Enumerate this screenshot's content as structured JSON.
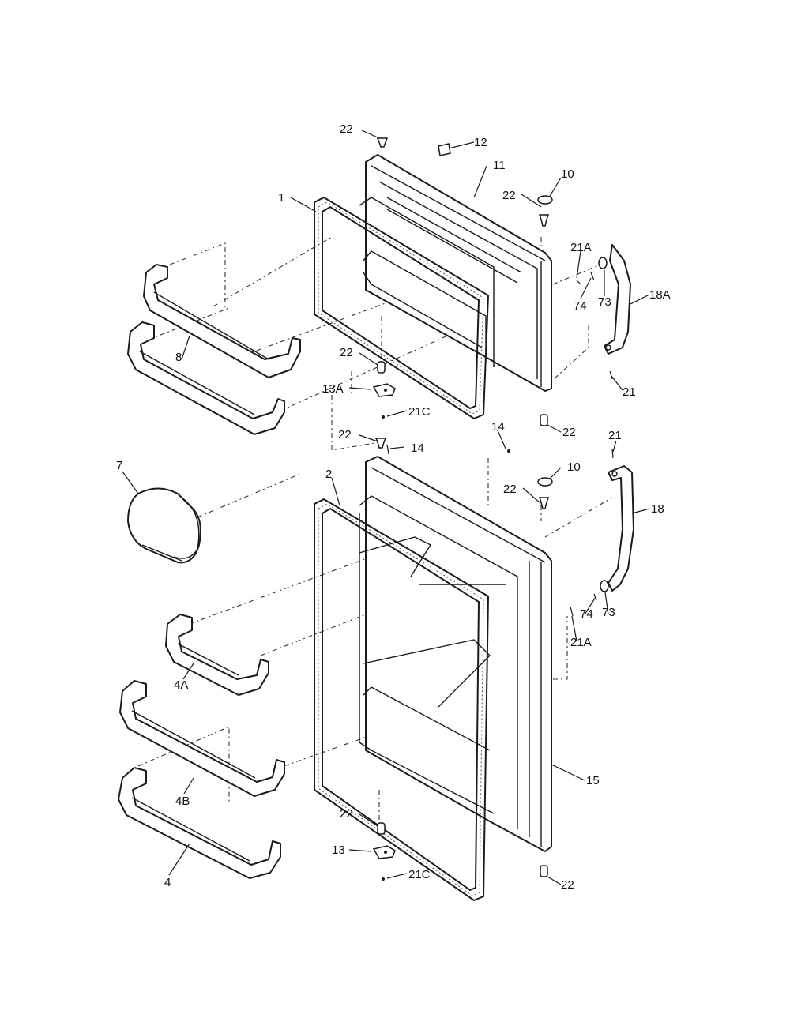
{
  "callouts": {
    "c1": "1",
    "c2": "2",
    "c4": "4",
    "c4a": "4A",
    "c4b": "4B",
    "c7": "7",
    "c8": "8",
    "c10a": "10",
    "c10b": "10",
    "c11": "11",
    "c12": "12",
    "c13": "13",
    "c13a": "13A",
    "c14a": "14",
    "c14b": "14",
    "c15": "15",
    "c18": "18",
    "c18a": "18A",
    "c21a": "21",
    "c21b": "21",
    "c21A1": "21A",
    "c21A2": "21A",
    "c21C1": "21C",
    "c21C2": "21C",
    "c22a": "22",
    "c22b": "22",
    "c22c": "22",
    "c22d": "22",
    "c22e": "22",
    "c22f": "22",
    "c22g": "22",
    "c22h": "22",
    "c73a": "73",
    "c73b": "73",
    "c74a": "74",
    "c74b": "74"
  }
}
